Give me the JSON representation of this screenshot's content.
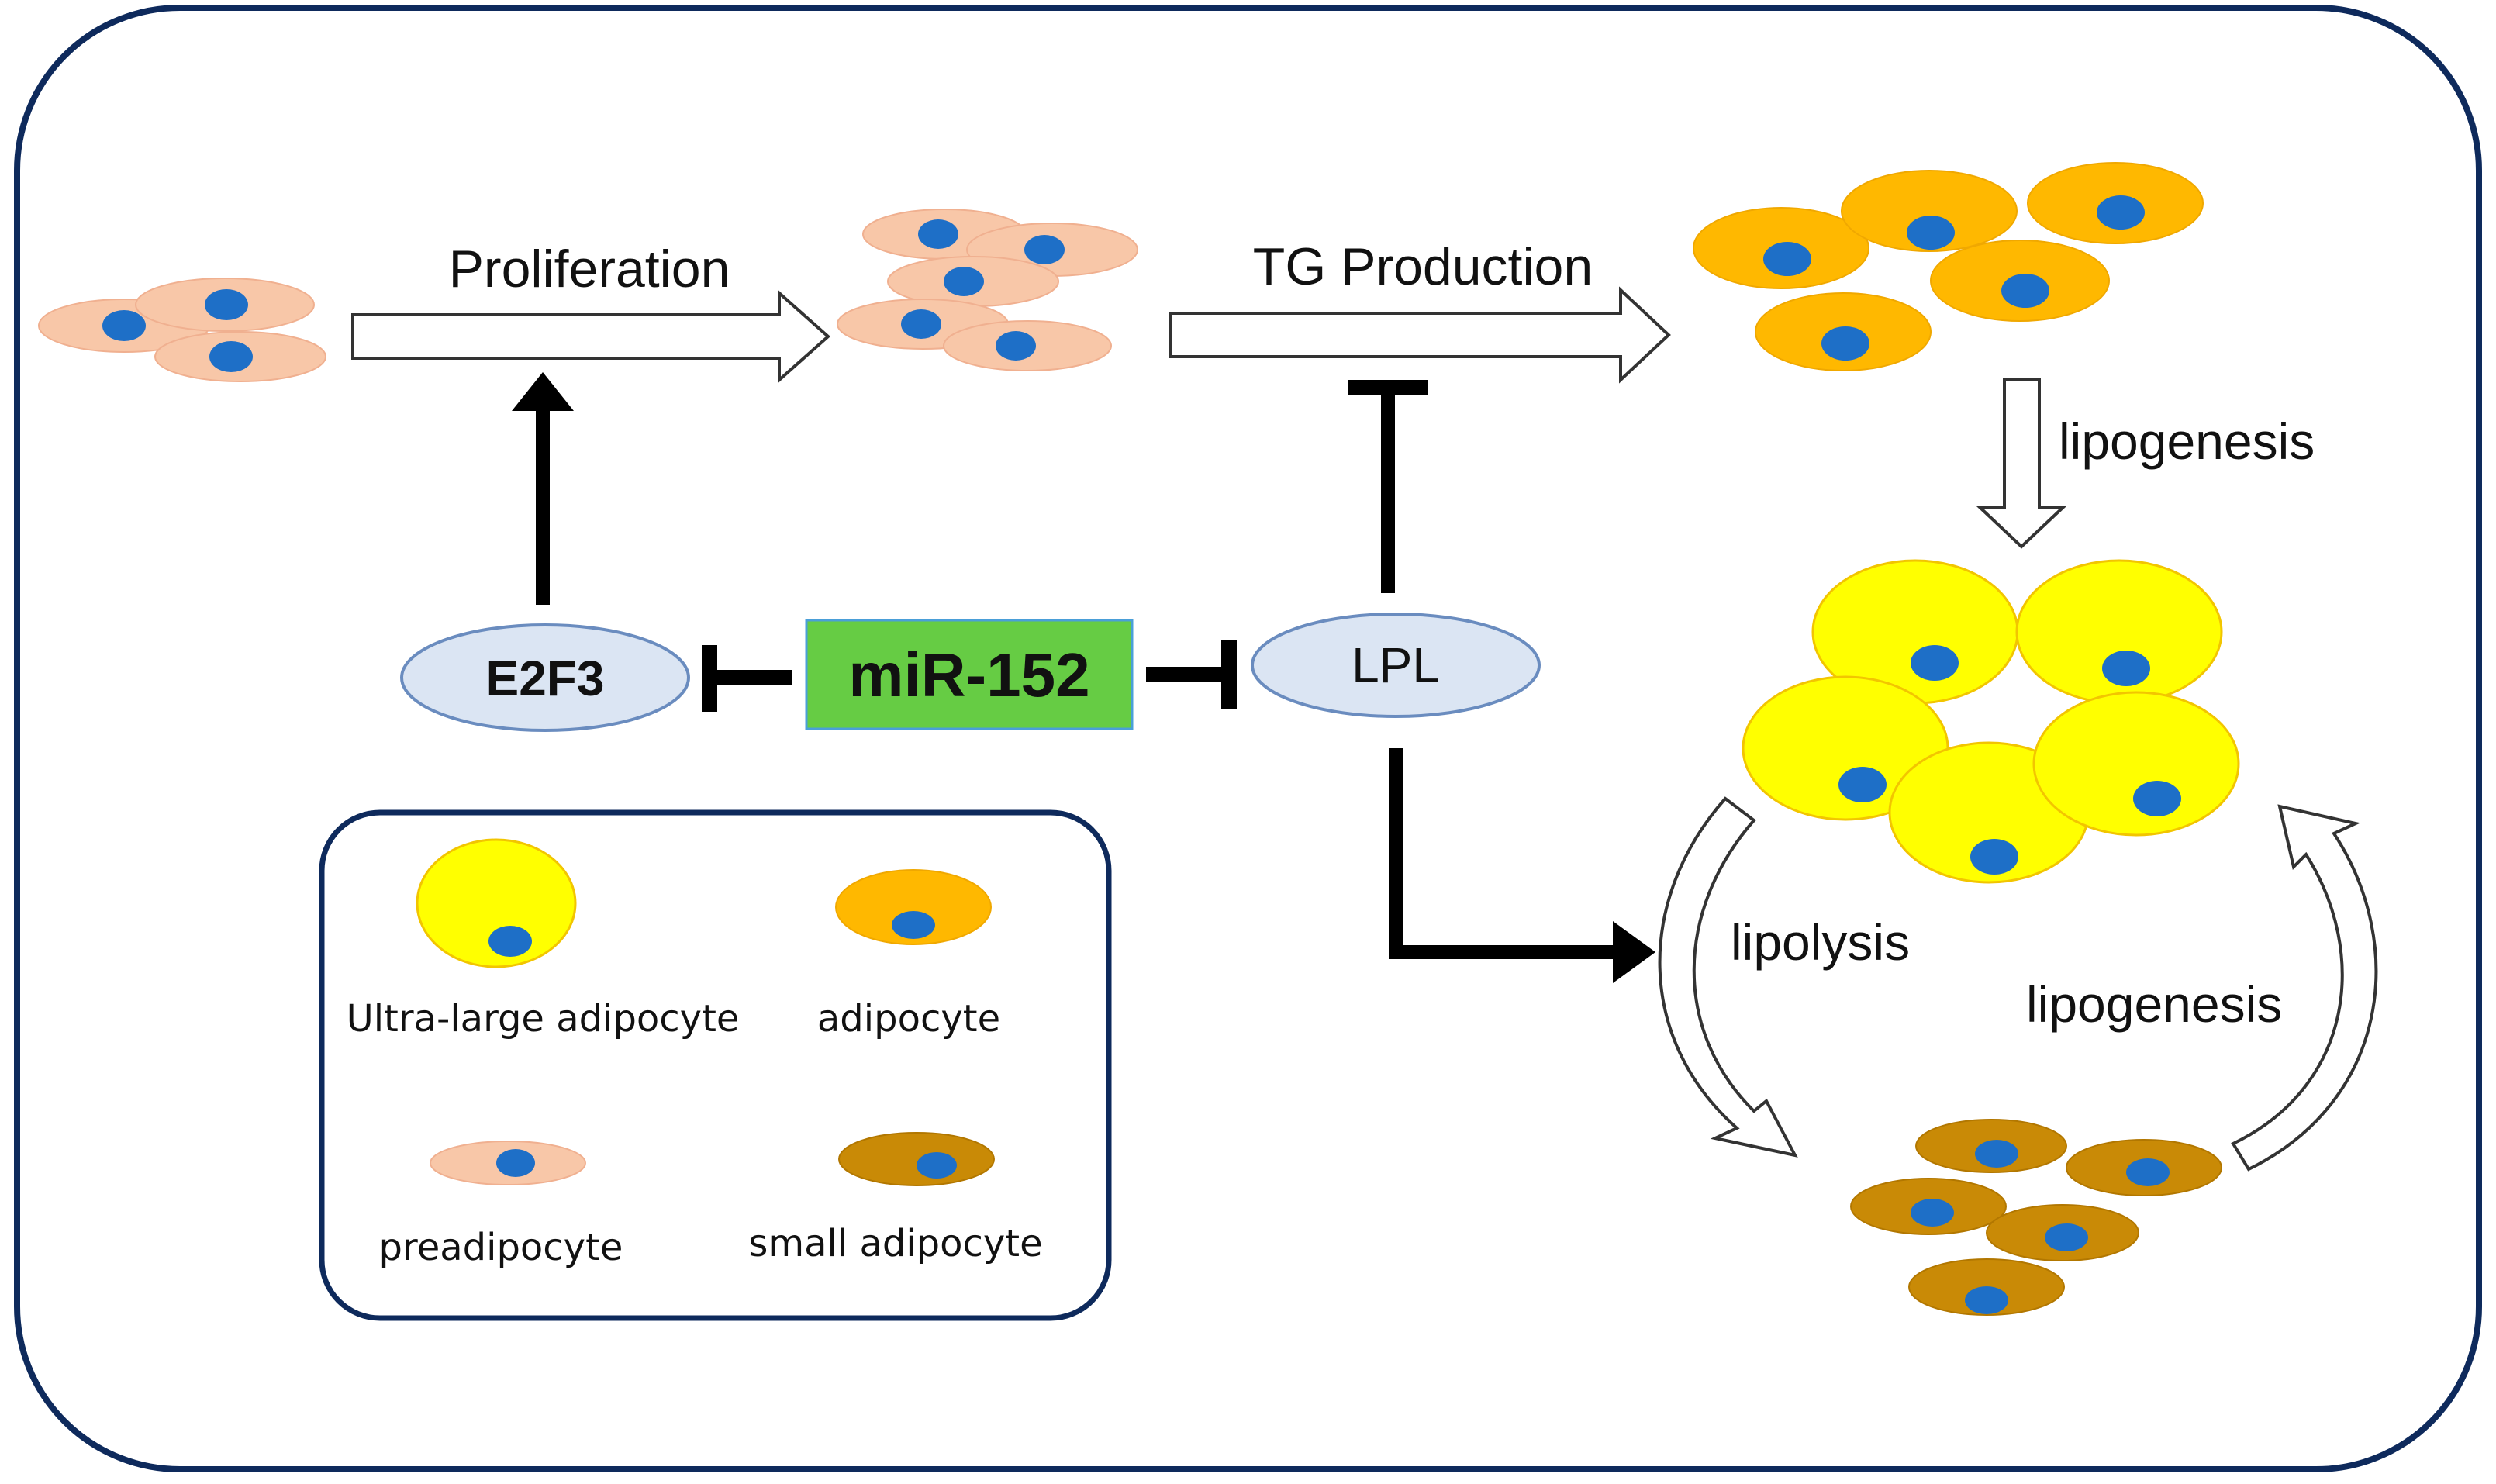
{
  "process_labels": {
    "proliferation": "Proliferation",
    "tg_production": "TG Production",
    "lipogenesis_down": "lipogenesis",
    "lipolysis": "lipolysis",
    "lipogenesis_cycle": "lipogenesis"
  },
  "nodes": {
    "e2f3": "E2F3",
    "mir152": "miR-152",
    "lpl": "LPL"
  },
  "legend": {
    "ultra_large": "Ultra-large adipocyte",
    "adipocyte": "adipocyte",
    "preadipocyte": "preadipocyte",
    "small_adipocyte": "small adipocyte"
  },
  "colors": {
    "frame": "#0e2a5c",
    "preadipocyte_fill": "#f8c7a8",
    "nucleus": "#1e6fc7",
    "adipocyte_fill": "#ffb800",
    "ultra_large_fill": "#ffff00",
    "small_adipocyte_fill": "#c98a06",
    "node_fill": "#dbe5f3",
    "node_stroke": "#6a8cbf",
    "mir_fill": "#66cc44"
  }
}
